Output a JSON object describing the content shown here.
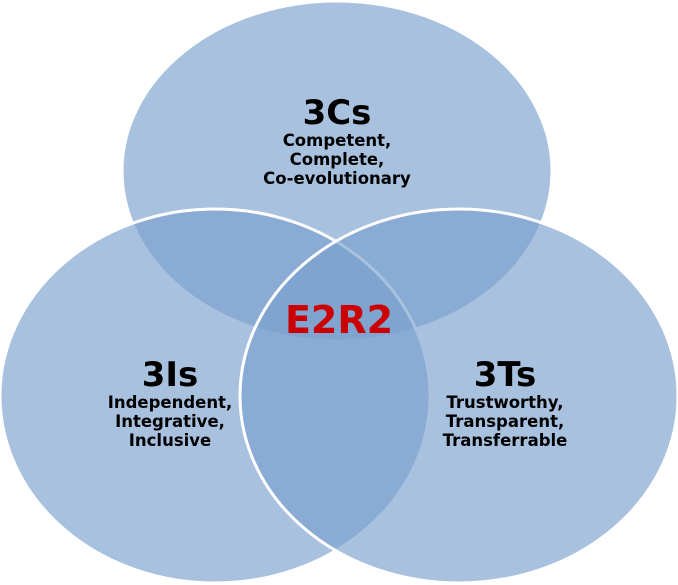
{
  "diagram": {
    "type": "venn",
    "colors": {
      "circle_fill": "#a9c1de",
      "overlap_fill": "#7ea3cf",
      "center_fill": "#6a92c6",
      "stroke": "#ffffff",
      "center_text": "#cc0000",
      "text": "#000000"
    },
    "circles": [
      {
        "id": "top",
        "title": "3Cs",
        "lines": [
          "Competent,",
          "Complete,",
          "Co-evolutionary"
        ]
      },
      {
        "id": "left",
        "title": "3Is",
        "lines": [
          "Independent,",
          "Integrative,",
          "Inclusive"
        ]
      },
      {
        "id": "right",
        "title": "3Ts",
        "lines": [
          "Trustworthy,",
          "Transparent,",
          "Transferrable"
        ]
      }
    ],
    "center": {
      "label": "E2R2"
    }
  }
}
